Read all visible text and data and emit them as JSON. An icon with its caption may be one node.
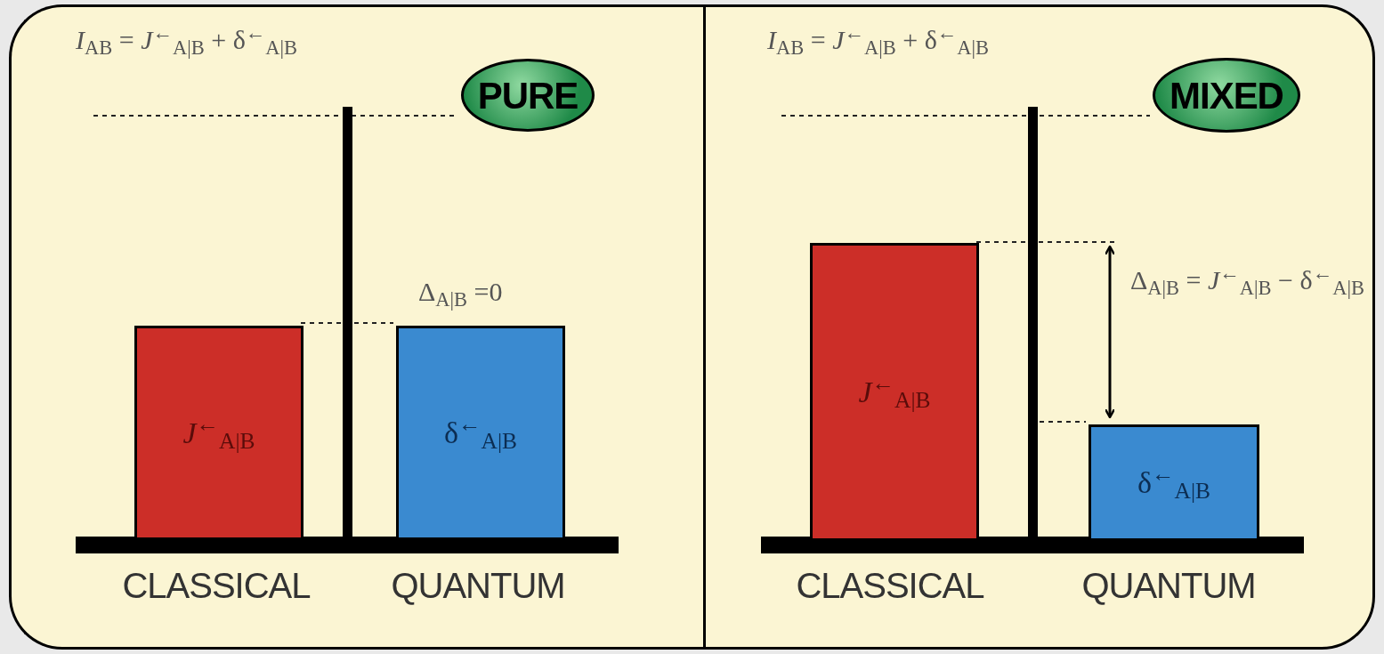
{
  "diagram": {
    "nodes": [
      {
        "text": [],
        "shape": "box"
      },
      {
        "text": [
          "PURE"
        ],
        "in": 0
      },
      {
        "text": [
          "*J*$^{←}$$_{A|B}$"
        ],
        "in": 0
      },
      {
        "text": [
          "δ$^{←}$$_{A|B}$"
        ],
        "in": 0
      },
      {
        "text": [],
        "shape": "box"
      },
      {
        "text": [
          "MIXED"
        ],
        "in": 4
      },
      {
        "text": [
          "*J*$^{←}$$_{A|B}$"
        ],
        "in": 4
      },
      {
        "text": [
          "δ$^{←}$$_{A|B}$"
        ],
        "in": 4
      }
    ],
    "labels": [
      "*I*$_{AB}$ = *J*$^{←}$$_{A|B}$ + δ$^{←}$$_{A|B}$",
      "Δ$_{A|B}$ =0",
      "CLASSICAL",
      "QUANTUM",
      "*I*$_{AB}$ = *J*$^{←}$$_{A|B}$ + δ$^{←}$$_{A|B}$",
      "Δ$_{A|B}$ = *J*$^{←}$$_{A|B}$ − δ$^{←}$$_{A|B}$",
      "CLASSICAL",
      "QUANTUM"
    ]
  }
}
